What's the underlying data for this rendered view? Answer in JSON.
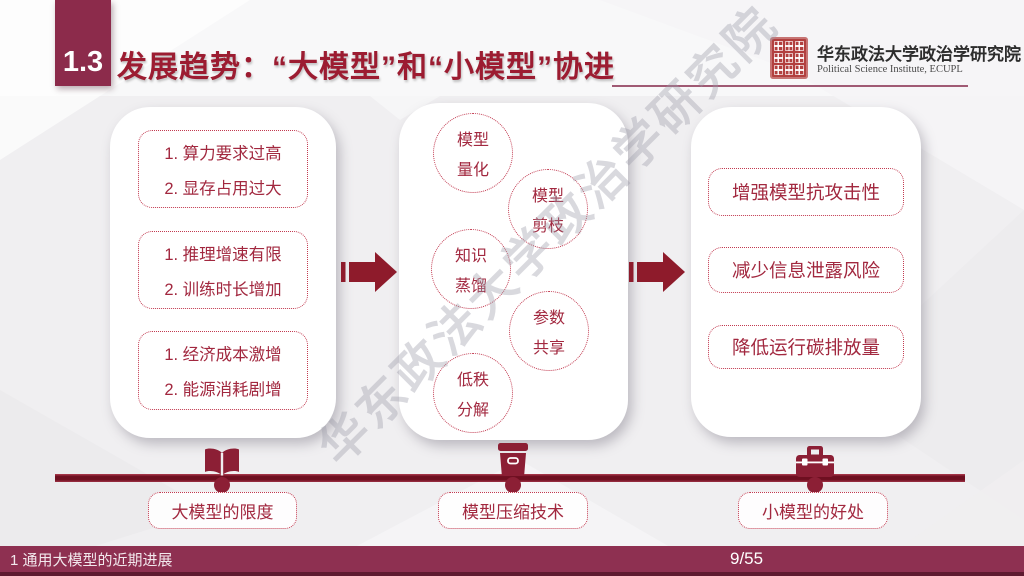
{
  "header": {
    "section_number": "1.3",
    "title": "发展趋势：“大模型”和“小模型”协进",
    "org_name_cn": "华东政法大学政治学研究院",
    "org_name_en": "Political Science Institute, ECUPL"
  },
  "left_panel": {
    "items": [
      {
        "line1": "1. 算力要求过高",
        "line2": "2. 显存占用过大"
      },
      {
        "line1": "1. 推理增速有限",
        "line2": "2. 训练时长增加"
      },
      {
        "line1": "1. 经济成本激增",
        "line2": "2. 能源消耗剧增"
      }
    ]
  },
  "middle_panel": {
    "circles": [
      {
        "line1": "模型",
        "line2": "量化"
      },
      {
        "line1": "模型",
        "line2": "剪枝"
      },
      {
        "line1": "知识",
        "line2": "蒸馏"
      },
      {
        "line1": "参数",
        "line2": "共享"
      },
      {
        "line1": "低秩",
        "line2": "分解"
      }
    ]
  },
  "right_panel": {
    "items": [
      {
        "label": "增强模型抗攻击性"
      },
      {
        "label": "减少信息泄露风险"
      },
      {
        "label": "降低运行碳排放量"
      }
    ]
  },
  "timeline": {
    "labels": [
      {
        "text": "大模型的限度"
      },
      {
        "text": "模型压缩技术"
      },
      {
        "text": "小模型的好处"
      }
    ]
  },
  "watermark": "华东政法大学政治学研究院",
  "footer": {
    "left_text": "1 通用大模型的近期进展",
    "page": "9/55"
  },
  "icons": {
    "timeline": [
      "book-icon",
      "storage-box-icon",
      "toolbox-icon"
    ],
    "seal": "university-seal-icon",
    "arrow": "striped-right-arrow-icon"
  },
  "colors": {
    "primary_maroon": "#8C2B4B",
    "title_red": "#9C1C31",
    "arrow_red": "#8E1B2B",
    "dotted_border_red": "#C23A50",
    "text_red": "#A2283F",
    "footer_bar": "#8E3051",
    "timeline_line": "#6E0F20",
    "background": "#F0EFF1"
  }
}
